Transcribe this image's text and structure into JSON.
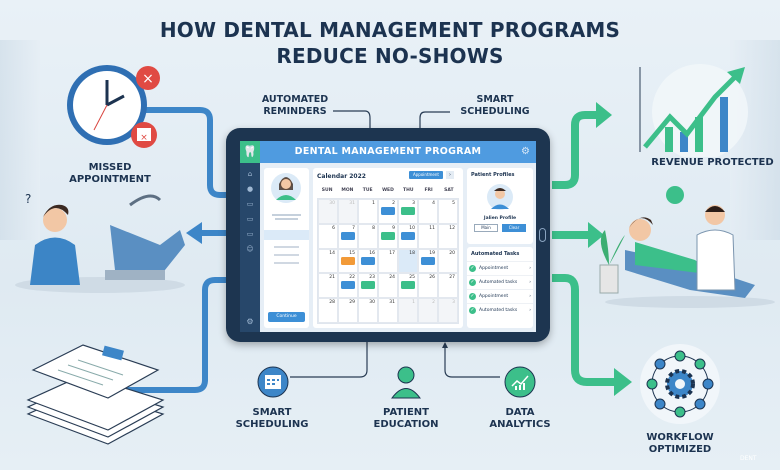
{
  "title": {
    "line1": "HOW DENTAL MANAGEMENT PROGRAMS",
    "line2": "REDUCE NO-SHOWS"
  },
  "labels": {
    "missed_appointment": [
      "MISSED",
      "APPOINTMENT"
    ],
    "automated_reminders": [
      "AUTOMATED",
      "REMINDERS"
    ],
    "smart_scheduling_top": [
      "SMART",
      "SCHEDULING"
    ],
    "revenue_protected": "REVENUE PROTECTED",
    "smart_scheduling_bottom": [
      "SMART",
      "SCHEDULING"
    ],
    "patient_education": [
      "PATIENT",
      "EDUCATION"
    ],
    "data_analytics": [
      "DATA",
      "ANALYTICS"
    ],
    "workflow_optimized": [
      "WORKFLOW",
      "OPTIMIZED"
    ]
  },
  "app": {
    "header": "DENTAL MANAGEMENT PROGRAM",
    "continue_button": "Continue",
    "calendar": {
      "title": "Calendar 2022",
      "appointment_button": "Appointment",
      "days": [
        "SUN",
        "MON",
        "TUE",
        "WED",
        "THU",
        "FRI",
        "SAT"
      ],
      "dates": [
        [
          "30",
          "31",
          "1",
          "2",
          "3",
          "4",
          "5"
        ],
        [
          "6",
          "7",
          "8",
          "9",
          "10",
          "11",
          "12"
        ],
        [
          "14",
          "15",
          "16",
          "17",
          "18",
          "19",
          "20"
        ],
        [
          "21",
          "22",
          "23",
          "24",
          "25",
          "26",
          "27"
        ],
        [
          "28",
          "29",
          "30",
          "31",
          "1",
          "2",
          "3"
        ]
      ],
      "events": [
        [
          0,
          3,
          "blue"
        ],
        [
          0,
          4,
          "green"
        ],
        [
          1,
          1,
          "blue"
        ],
        [
          1,
          3,
          "green"
        ],
        [
          1,
          4,
          "blue"
        ],
        [
          2,
          1,
          "orange"
        ],
        [
          2,
          2,
          "blue"
        ],
        [
          2,
          5,
          "blue"
        ],
        [
          3,
          1,
          "blue"
        ],
        [
          3,
          2,
          "green"
        ],
        [
          3,
          4,
          "green"
        ]
      ]
    },
    "patient_profiles": {
      "title": "Patient Profiles",
      "name": "Jalien Profile",
      "btn1": "Main",
      "btn2": "Clear"
    },
    "automated_tasks": {
      "title": "Automated Tasks",
      "items": [
        "Appointment",
        "Automated tasks",
        "Appointment",
        "Automated tasks"
      ]
    }
  },
  "colors": {
    "blue": "#3d8fd6",
    "green": "#3cbf8a",
    "orange": "#f29a38",
    "navy": "#1c3350"
  },
  "watermark": "DENT"
}
